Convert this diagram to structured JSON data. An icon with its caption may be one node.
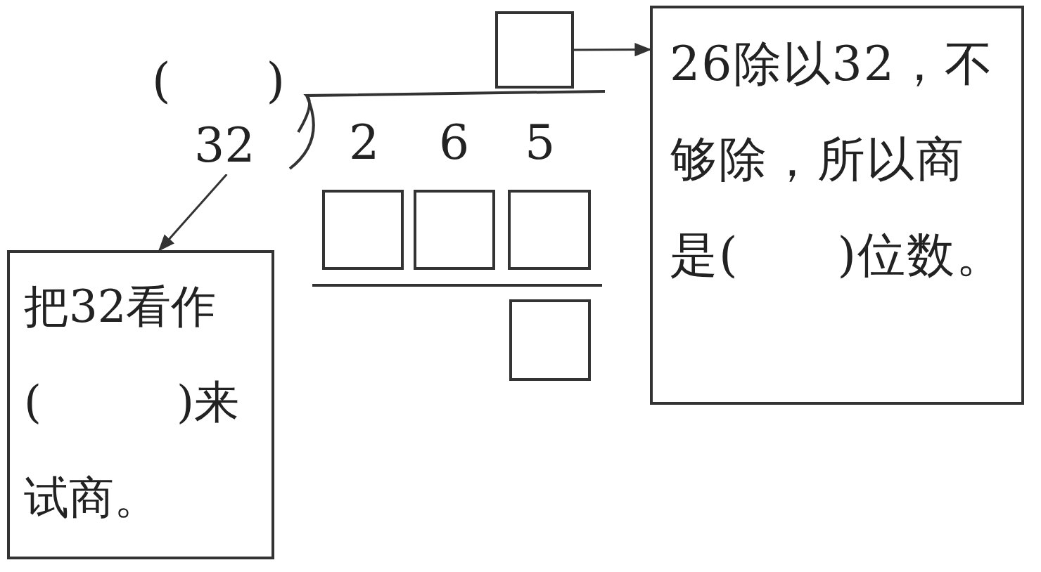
{
  "diagram": {
    "nodes": [
      {
        "text": [
          "32"
        ]
      },
      {
        "text": [
          "把32看作(　　　)来试商。"
        ]
      },
      {
        "text": [],
        "shape": "box"
      },
      {
        "text": [
          "26除以32，不够除，所以商是(　　)位数。"
        ]
      },
      {
        "text": [],
        "shape": "box"
      },
      {
        "text": [],
        "shape": "box"
      },
      {
        "text": [],
        "shape": "box"
      },
      {
        "text": [],
        "shape": "box"
      }
    ],
    "edges": [
      {
        "from": 0,
        "to": 1,
        "arrow": "to"
      },
      {
        "from": 2,
        "to": 3,
        "arrow": "to"
      }
    ],
    "labels": [
      "(　　)",
      "2",
      "6",
      "5"
    ]
  }
}
